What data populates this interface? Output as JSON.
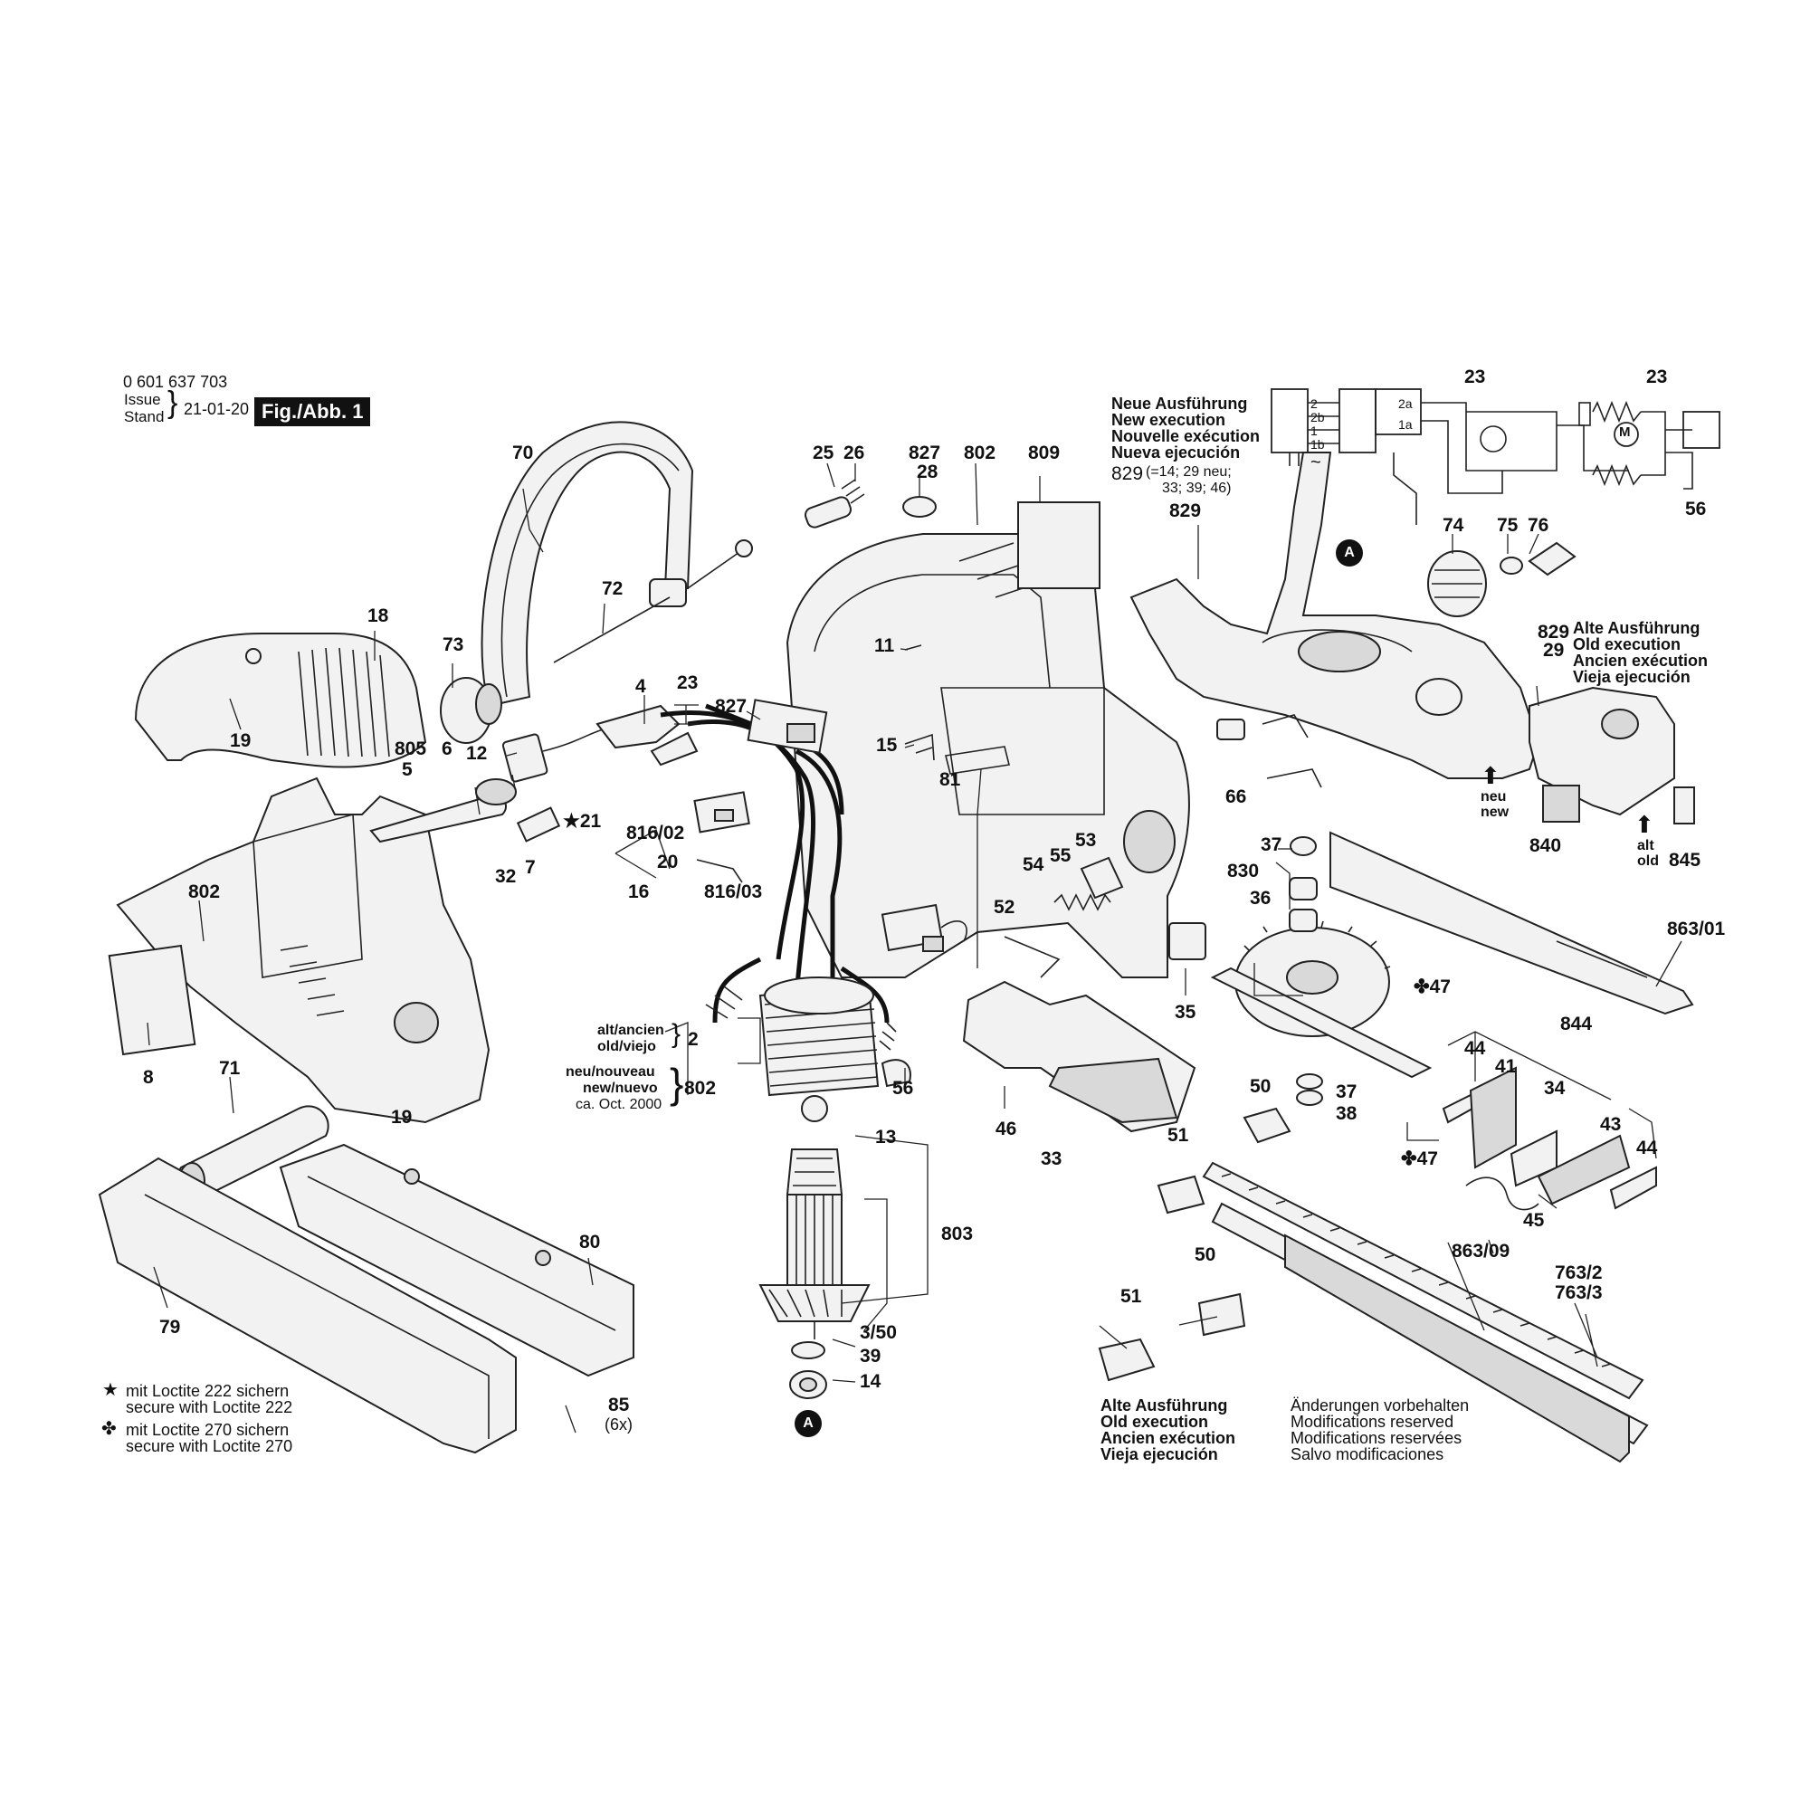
{
  "header": {
    "part_number": "0 601 637 703",
    "issue_label": "Issue",
    "stand_label": "Stand",
    "issue_date": "21-01-20",
    "figure": "Fig./Abb. 1"
  },
  "new_execution": {
    "lines": [
      "Neue Ausführung",
      "New execution",
      "Nouvelle exécution",
      "Nueva ejecución"
    ],
    "ref_number": "829",
    "ref_note_1": "(=14; 29 neu;",
    "ref_note_2": "33; 39; 46)"
  },
  "old_execution_right": {
    "numbers": [
      "829",
      "29"
    ],
    "lines": [
      "Alte Ausführung",
      "Old execution",
      "Ancien exécution",
      "Vieja ejecución"
    ]
  },
  "old_execution_bottom": {
    "lines": [
      "Alte Ausführung",
      "Old execution",
      "Ancien exécution",
      "Vieja ejecución"
    ]
  },
  "modifications": {
    "lines": [
      "Änderungen vorbehalten",
      "Modifications reserved",
      "Modifications reservées",
      "Salvo modificaciones"
    ]
  },
  "legend": {
    "star_symbol": "★",
    "star_lines": [
      "mit Loctite 222 sichern",
      "secure with Loctite 222"
    ],
    "club_symbol": "✤",
    "club_lines": [
      "mit Loctite 270 sichern",
      "secure with Loctite 270"
    ]
  },
  "motor_notes": {
    "alt_1": "alt/ancien",
    "alt_2": "old/viejo",
    "alt_num": "2",
    "neu_1": "neu/nouveau",
    "neu_2": "new/nuevo",
    "neu_3": "ca. Oct. 2000",
    "neu_num": "802"
  },
  "nn_arrows": {
    "neu": "neu",
    "new": "new",
    "alt": "alt",
    "old": "old"
  },
  "markers": {
    "a": "A"
  },
  "wiring": {
    "terminals_left": [
      "2",
      "2b",
      "1",
      "1b"
    ],
    "terminals_right": [
      "2a",
      "1a"
    ],
    "motor": "M",
    "tilde": "~",
    "label_23_a": "23",
    "label_23_b": "23",
    "label_56": "56"
  },
  "callouts": {
    "p70": "70",
    "p18": "18",
    "p19a": "19",
    "p73": "73",
    "p72": "72",
    "p25": "25",
    "p26": "26",
    "p827a": "827",
    "p28": "28",
    "p802a": "802",
    "p809": "809",
    "p11": "11",
    "p4": "4",
    "p23a": "23",
    "p827b": "827",
    "p15": "15",
    "p81": "81",
    "p805": "805",
    "p5": "5",
    "p6": "6",
    "p12": "12",
    "p21": "★21",
    "p32": "32",
    "p7": "7",
    "p816_02": "816/02",
    "p20": "20",
    "p16": "16",
    "p816_03": "816/03",
    "p802b": "802",
    "p8": "8",
    "p71": "71",
    "p19b": "19",
    "p53": "53",
    "p54": "54",
    "p55": "55",
    "p52": "52",
    "p56": "56",
    "p13": "13",
    "p803": "803",
    "p3_50": "3/50",
    "p39": "39",
    "p14": "14",
    "p79": "79",
    "p80": "80",
    "p85": "85",
    "p85x": "(6x)",
    "p829": "829",
    "p74": "74",
    "p75": "75",
    "p76": "76",
    "p66": "66",
    "p840": "840",
    "p845": "845",
    "p863_01": "863/01",
    "p37a": "37",
    "p830": "830",
    "p36": "36",
    "p35": "35",
    "p47a": "✤47",
    "p46": "46",
    "p33": "33",
    "p50a": "50",
    "p37b": "37",
    "p38": "38",
    "p47b": "✤47",
    "p51a": "51",
    "p44a": "44",
    "p41": "41",
    "p844": "844",
    "p34": "34",
    "p43": "43",
    "p44b": "44",
    "p45": "45",
    "p863_09": "863/09",
    "p763_2": "763/2",
    "p763_3": "763/3",
    "p50b": "50",
    "p51b": "51"
  }
}
